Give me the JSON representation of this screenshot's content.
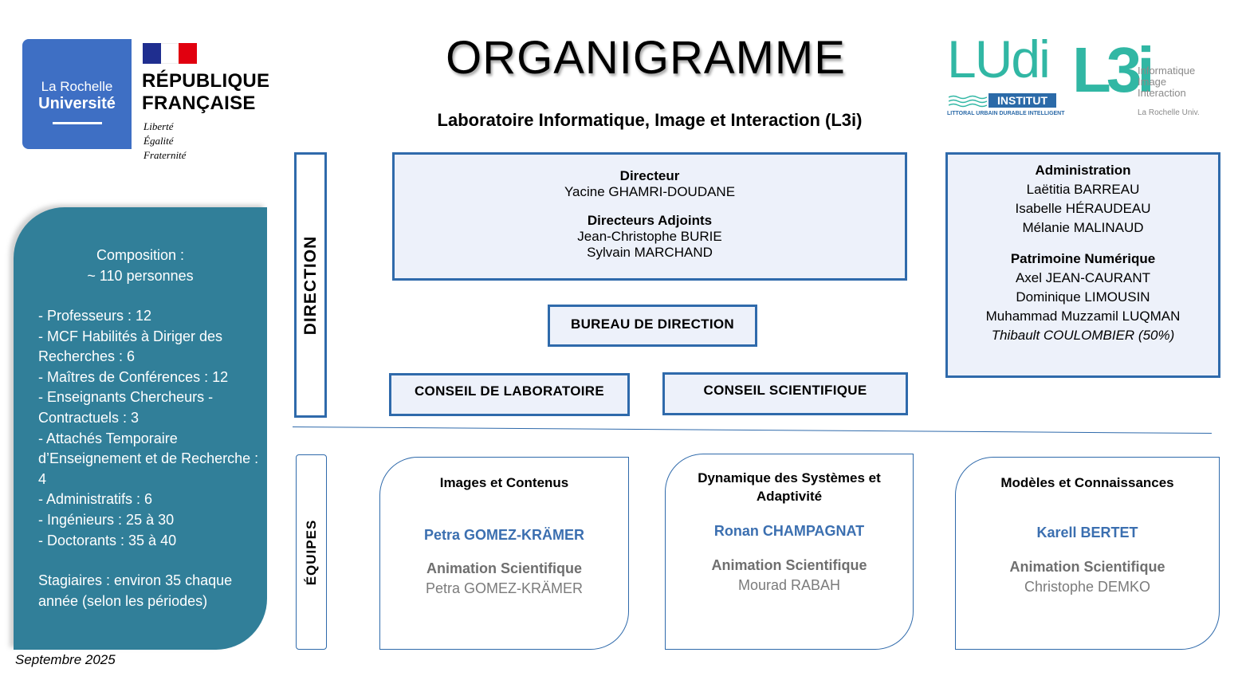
{
  "logos": {
    "university": {
      "line1": "La Rochelle",
      "line2": "Université",
      "color": "#3e6fc4"
    },
    "republic": {
      "line1": "RÉPUBLIQUE",
      "line2": "FRANÇAISE",
      "motto": [
        "Liberté",
        "Égalité",
        "Fraternité"
      ]
    },
    "ludi": {
      "word": "LUdi",
      "badge": "INSTITUT",
      "tagline": "LITTORAL URBAIN DURABLE INTELLIGENT"
    },
    "l3i": {
      "mark": "L3i",
      "lines": [
        "Informatique",
        "Image",
        "Interaction"
      ],
      "university": "La Rochelle Univ."
    }
  },
  "title": "ORGANIGRAMME",
  "subtitle": "Laboratoire Informatique, Image et Interaction (L3i)",
  "composition": {
    "heading_line1": "Composition :",
    "heading_line2": "~ 110 personnes",
    "items": [
      "- Professeurs : 12",
      "- MCF Habilités à Diriger des Recherches : 6",
      "- Maîtres de Conférences : 12",
      "- Enseignants Chercheurs - Contractuels : 3",
      "- Attachés Temporaire d’Enseignement et de Recherche : 4",
      "- Administratifs : 6",
      "- Ingénieurs : 25 à 30",
      "- Doctorants : 35 à 40"
    ],
    "interns": "Stagiaires : environ 35 chaque année (selon les périodes)",
    "color": "#317f99"
  },
  "date": "Septembre 2025",
  "sections": {
    "direction": "DIRECTION",
    "teams": "ÉQUIPES"
  },
  "direction": {
    "director_title": "Directeur",
    "director_name": "Yacine GHAMRI-DOUDANE",
    "deputies_title": "Directeurs Adjoints",
    "deputies": [
      "Jean-Christophe BURIE",
      "Sylvain MARCHAND"
    ],
    "bureau": "BUREAU DE DIRECTION",
    "lab_council": "CONSEIL DE LABORATOIRE",
    "sci_council": "CONSEIL SCIENTIFIQUE"
  },
  "administration": {
    "title": "Administration",
    "members": [
      "Laëtitia BARREAU",
      "Isabelle HÉRAUDEAU",
      "Mélanie MALINAUD"
    ],
    "digital_title": "Patrimoine Numérique",
    "digital_members": [
      "Axel JEAN-CAURANT",
      "Dominique LIMOUSIN",
      "Muhammad Muzzamil LUQMAN"
    ],
    "digital_part_time": "Thibault COULOMBIER (50%)"
  },
  "teams": [
    {
      "name": "Images et Contenus",
      "lead": "Petra GOMEZ-KRÄMER",
      "anim_label": "Animation Scientifique",
      "anim_person": "Petra GOMEZ-KRÄMER"
    },
    {
      "name_line1": "Dynamique des Systèmes et",
      "name_line2": "Adaptivité",
      "lead": "Ronan CHAMPAGNAT",
      "anim_label": "Animation Scientifique",
      "anim_person": "Mourad RABAH"
    },
    {
      "name": "Modèles et Connaissances",
      "lead": "Karell BERTET",
      "anim_label": "Animation Scientifique",
      "anim_person": "Christophe DEMKO"
    }
  ],
  "colors": {
    "border_blue": "#2f6aab",
    "box_fill": "#edf1fa",
    "lead_blue": "#3b6fb0",
    "teal": "#31b7a4"
  }
}
